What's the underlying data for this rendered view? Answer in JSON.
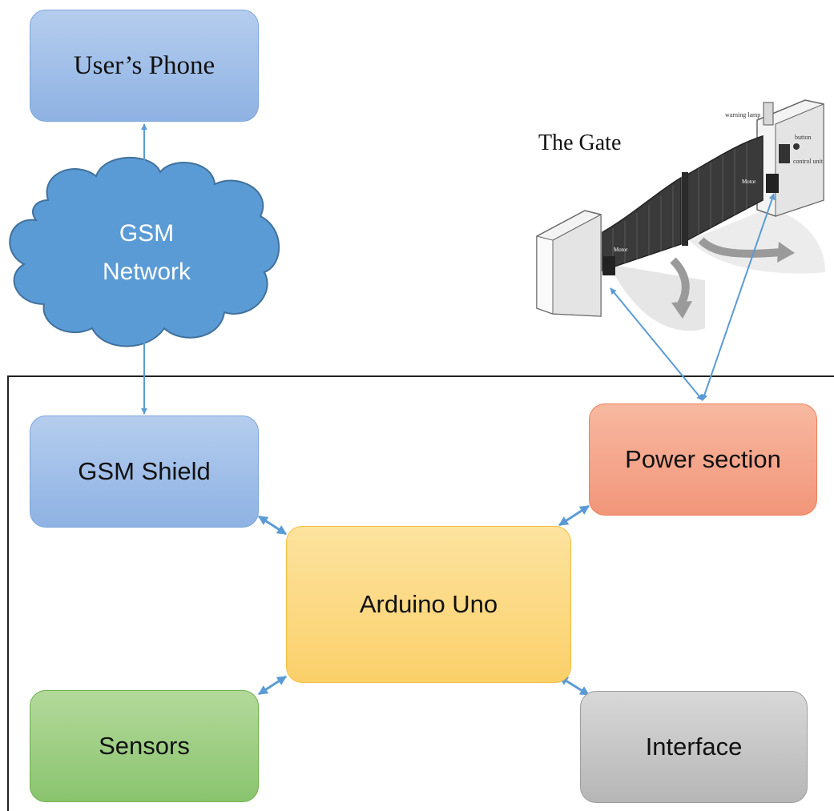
{
  "nodes": {
    "phone": "User’s Phone",
    "gsm_network": {
      "line1": "GSM",
      "line2": "Network"
    },
    "gsm_shield": "GSM Shield",
    "power_section": "Power section",
    "arduino": "Arduino Uno",
    "sensors": "Sensors",
    "interface": "Interface"
  },
  "gate": {
    "title": "The Gate",
    "labels": {
      "warning_lamp": "warning lamp",
      "button": "button",
      "control_unit": "control unit",
      "motor": "Motor"
    }
  },
  "colors": {
    "arrow": "#5b9bd5",
    "cloud_fill": "#5b9bd5",
    "cloud_stroke": "#41719c",
    "blue_box": "#9dbde8",
    "power_box": "#f4a283",
    "arduino_box": "#fcd676",
    "sensors_box": "#97cb7c",
    "interface_box": "#c4c4c4"
  }
}
